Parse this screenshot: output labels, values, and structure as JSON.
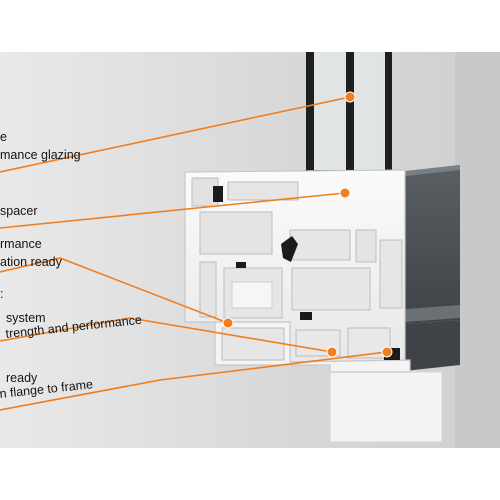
{
  "colors": {
    "background": "#dcdcdc",
    "accent": "#f07e1e",
    "profile_grey": "#4e5357",
    "glass_bar": "#1e1f20",
    "pvc": "#f6f6f6"
  },
  "callouts": [
    {
      "lines": [
        "e",
        "mance glazing"
      ]
    },
    {
      "lines": [
        "spacer"
      ]
    },
    {
      "lines": [
        "rmance",
        "ation ready"
      ]
    },
    {
      "lines": [
        ":",
        "system",
        "trength and performance"
      ]
    },
    {
      "lines": [
        "ready",
        "n flange to frame"
      ]
    }
  ]
}
